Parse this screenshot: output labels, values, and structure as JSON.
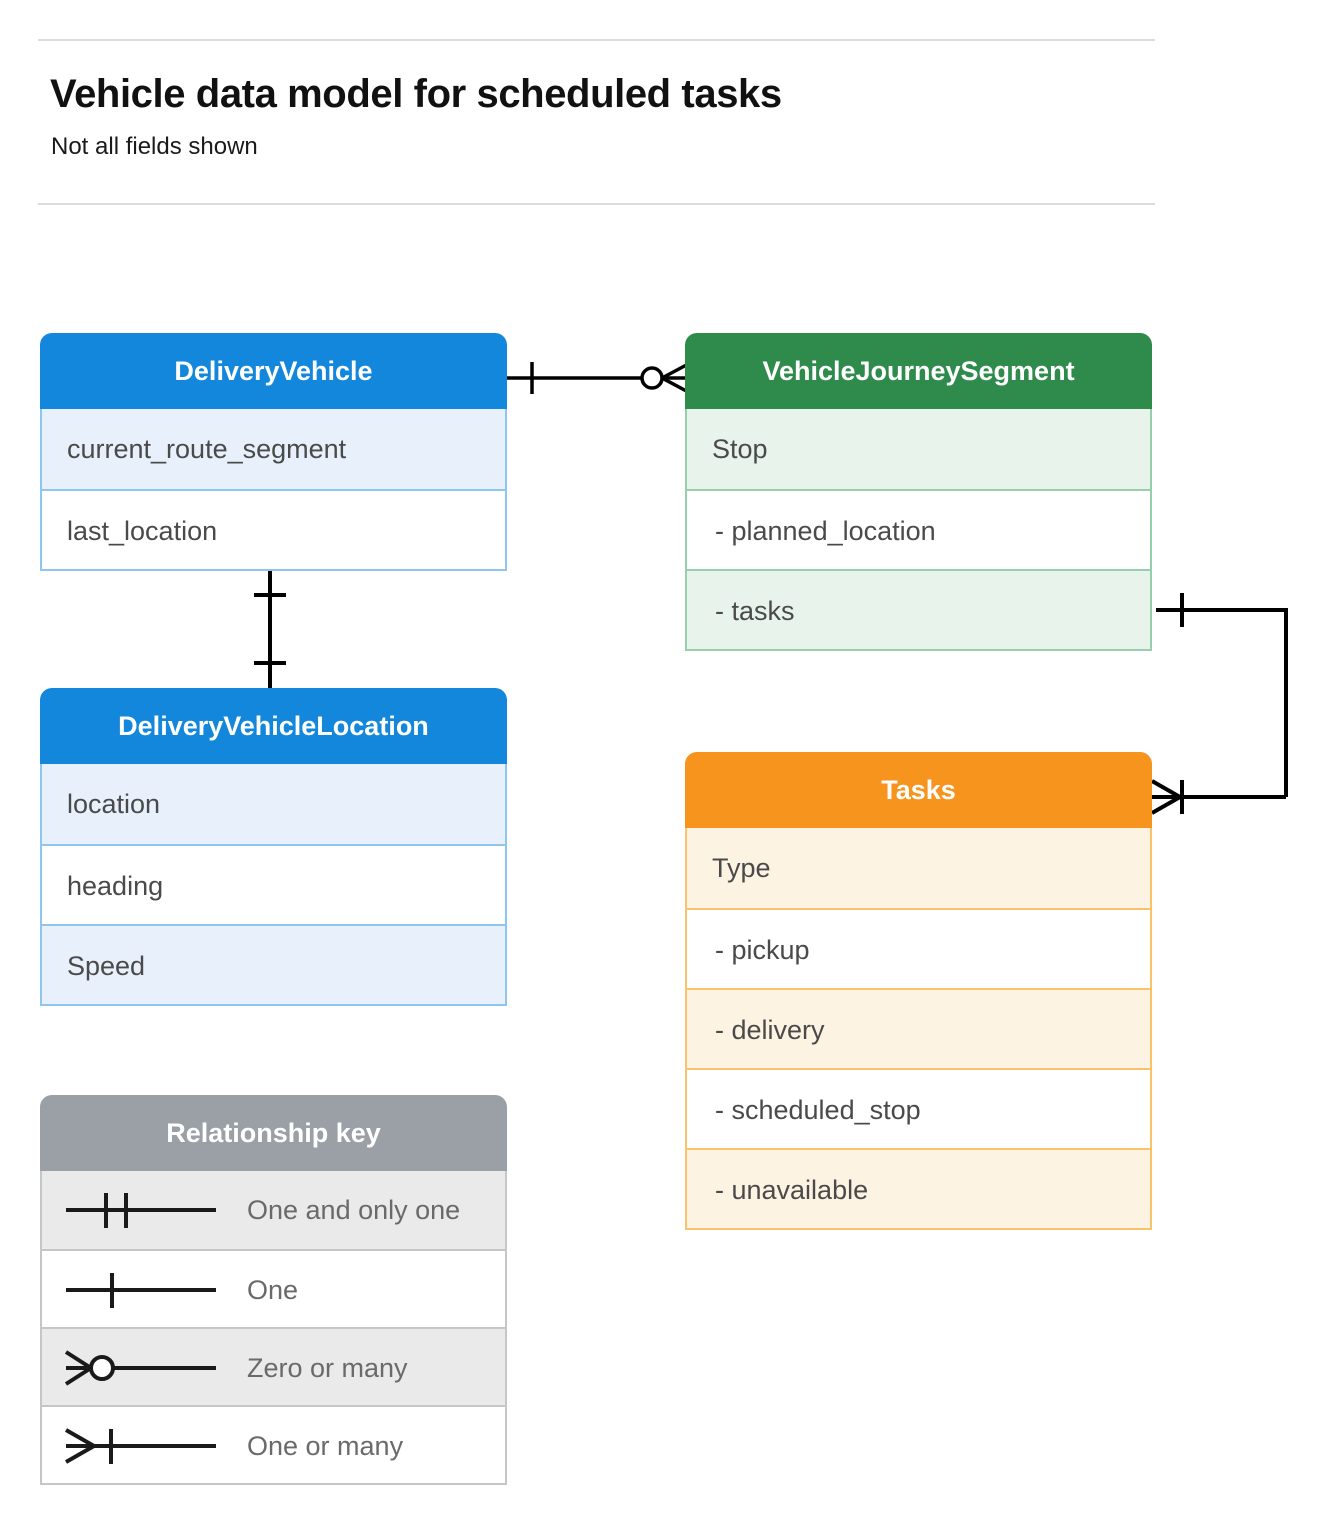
{
  "header": {
    "title": "Vehicle data model for scheduled tasks",
    "subtitle": "Not all fields shown"
  },
  "colors": {
    "blue_header": "#1387db",
    "blue_tint": "#e8f1fb",
    "blue_border": "#8fc6ee",
    "green_header": "#2e8b4c",
    "green_tint": "#e8f3ec",
    "green_border": "#97ceab",
    "orange_header": "#f7941d",
    "orange_tint": "#fdf3e3",
    "orange_border": "#fac26a",
    "grey_header": "#9aa0a6",
    "grey_tint": "#eaeaea",
    "grey_border": "#c4c7c5",
    "connector": "#000000",
    "rule": "#dadce0"
  },
  "entities": {
    "delivery_vehicle": {
      "title": "DeliveryVehicle",
      "fields": [
        "current_route_segment",
        "last_location"
      ]
    },
    "delivery_vehicle_location": {
      "title": "DeliveryVehicleLocation",
      "fields": [
        "location",
        "heading",
        "Speed"
      ]
    },
    "vehicle_journey_segment": {
      "title": "VehicleJourneySegment",
      "fields": [
        "Stop",
        "-  planned_location",
        "- tasks"
      ]
    },
    "tasks": {
      "title": "Tasks",
      "fields": [
        "Type",
        "-  pickup",
        "-  delivery",
        "-  scheduled_stop",
        "-  unavailable"
      ]
    }
  },
  "legend": {
    "title": "Relationship key",
    "items": [
      {
        "symbol": "one-and-only-one-icon",
        "label": "One and only one"
      },
      {
        "symbol": "one-icon",
        "label": "One"
      },
      {
        "symbol": "zero-or-many-icon",
        "label": "Zero or many"
      },
      {
        "symbol": "one-or-many-icon",
        "label": "One or many"
      }
    ]
  },
  "relationships": [
    {
      "name": "deliveryvehicle-to-vehiclejourneysegment",
      "from": "DeliveryVehicle",
      "to": "VehicleJourneySegment",
      "from_cardinality": "One",
      "to_cardinality": "Zero or many"
    },
    {
      "name": "deliveryvehicle-to-deliveryvehiclelocation",
      "from": "DeliveryVehicle",
      "to": "DeliveryVehicleLocation",
      "from_cardinality": "One",
      "to_cardinality": "One"
    },
    {
      "name": "vehiclejourneysegment-tasks-to-tasks",
      "from": "VehicleJourneySegment.tasks",
      "to": "Tasks",
      "from_cardinality": "One",
      "to_cardinality": "One or many"
    }
  ]
}
